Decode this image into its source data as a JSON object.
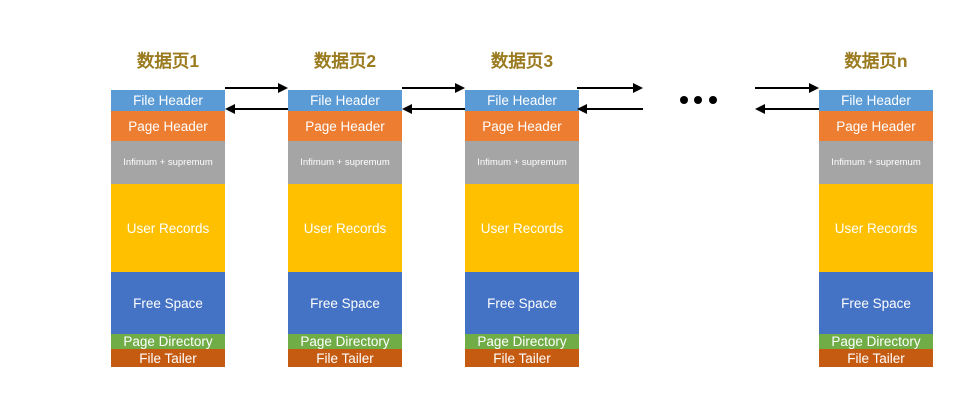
{
  "diagram": {
    "title_color": "#9B7B20",
    "pages": [
      {
        "title": "数据页1"
      },
      {
        "title": "数据页2"
      },
      {
        "title": "数据页3"
      },
      {
        "title": "数据页n"
      }
    ],
    "sections": [
      {
        "label": "File Header",
        "color": "#5B9BD5"
      },
      {
        "label": "Page Header",
        "color": "#ED7D31"
      },
      {
        "label": "Infimum + supremum",
        "color": "#A5A5A5"
      },
      {
        "label": "User Records",
        "color": "#FFC000"
      },
      {
        "label": "Free Space",
        "color": "#4472C4"
      },
      {
        "label": "Page Directory",
        "color": "#70AD47"
      },
      {
        "label": "File Tailer",
        "color": "#C55A11"
      }
    ],
    "arrow_color": "#000000",
    "ellipsis_dot_count": 3
  }
}
